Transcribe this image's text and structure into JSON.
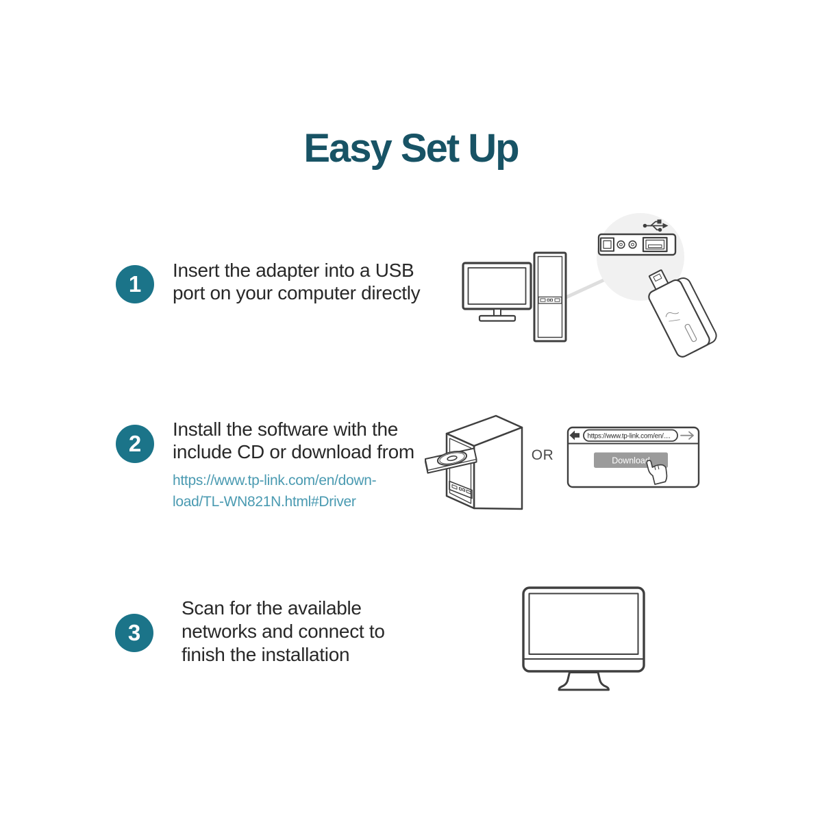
{
  "title": "Easy Set Up",
  "steps": [
    {
      "number": "1",
      "lines": [
        "Insert the adapter into a USB",
        "port on your computer directly"
      ]
    },
    {
      "number": "2",
      "lines": [
        "Install the software with the",
        "include CD or download from"
      ],
      "link_lines": [
        "https://www.tp-link.com/en/down-",
        "load/TL-WN821N.html#Driver"
      ]
    },
    {
      "number": "3",
      "lines": [
        "Scan for the available",
        "networks and connect to",
        "finish the installation"
      ]
    }
  ],
  "or_label": "OR",
  "browser": {
    "address": "https://www.tp-link.com/en/....",
    "download_label": "Download"
  },
  "icons": {
    "usb_trident": "usb-icon",
    "back_arrow": "back-arrow-icon",
    "forward_arrow": "forward-arrow-icon",
    "hand_cursor": "hand-cursor-icon"
  },
  "colors": {
    "title": "#185365",
    "accent": "#1b7489",
    "text": "#282828",
    "link": "#4a9ab1",
    "or": "#4a4a4a",
    "stroke": "#3f3f3f",
    "stroke-light": "#8a8a8a",
    "circle-fill": "#f1f1f1",
    "button-gray": "#9b9b9b",
    "callout": "#dedede"
  }
}
